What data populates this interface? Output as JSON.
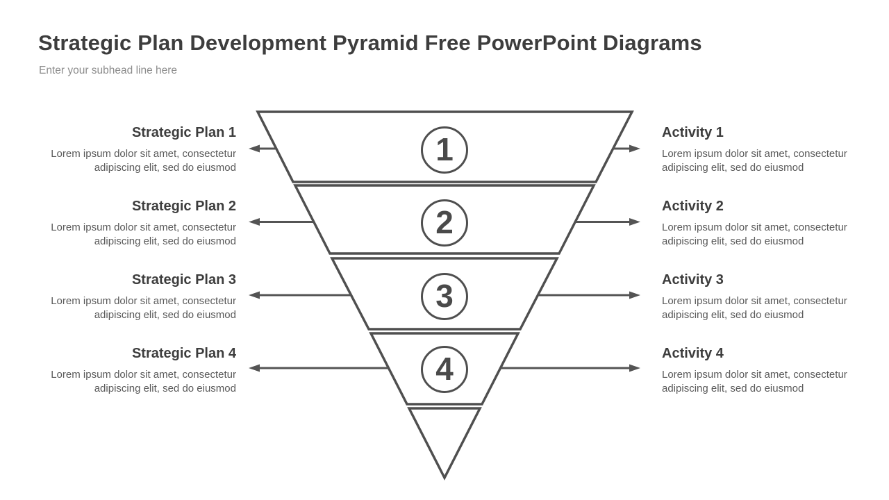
{
  "slide": {
    "title": "Strategic Plan Development Pyramid Free PowerPoint Diagrams",
    "subtitle": "Enter your subhead line here"
  },
  "colors": {
    "shape_line": "#4f4f4f",
    "arrow_line": "#545454",
    "heading_text": "#3d3d3d",
    "body_text": "#595959",
    "subtitle_text": "#8c8c8c",
    "background": "#ffffff"
  },
  "diagram": {
    "type": "inverted-pyramid",
    "level_count": 4,
    "levels": [
      {
        "number": "1",
        "left_title": "Strategic Plan 1",
        "left_body": "Lorem ipsum dolor sit amet, consectetur adipiscing elit, sed do eiusmod",
        "right_title": "Activity 1",
        "right_body": "Lorem ipsum dolor sit amet, consectetur adipiscing elit, sed do eiusmod"
      },
      {
        "number": "2",
        "left_title": "Strategic Plan 2",
        "left_body": "Lorem ipsum dolor sit amet, consectetur adipiscing elit, sed do eiusmod",
        "right_title": "Activity 2",
        "right_body": "Lorem ipsum dolor sit amet, consectetur adipiscing elit, sed do eiusmod"
      },
      {
        "number": "3",
        "left_title": "Strategic Plan 3",
        "left_body": "Lorem ipsum dolor sit amet, consectetur adipiscing elit, sed do eiusmod",
        "right_title": "Activity 3",
        "right_body": "Lorem ipsum dolor sit amet, consectetur adipiscing elit, sed do eiusmod"
      },
      {
        "number": "4",
        "left_title": "Strategic Plan 4",
        "left_body": "Lorem ipsum dolor sit amet, consectetur adipiscing elit, sed do eiusmod",
        "right_title": "Activity 4",
        "right_body": "Lorem ipsum dolor sit amet, consectetur adipiscing elit, sed do eiusmod"
      }
    ]
  }
}
